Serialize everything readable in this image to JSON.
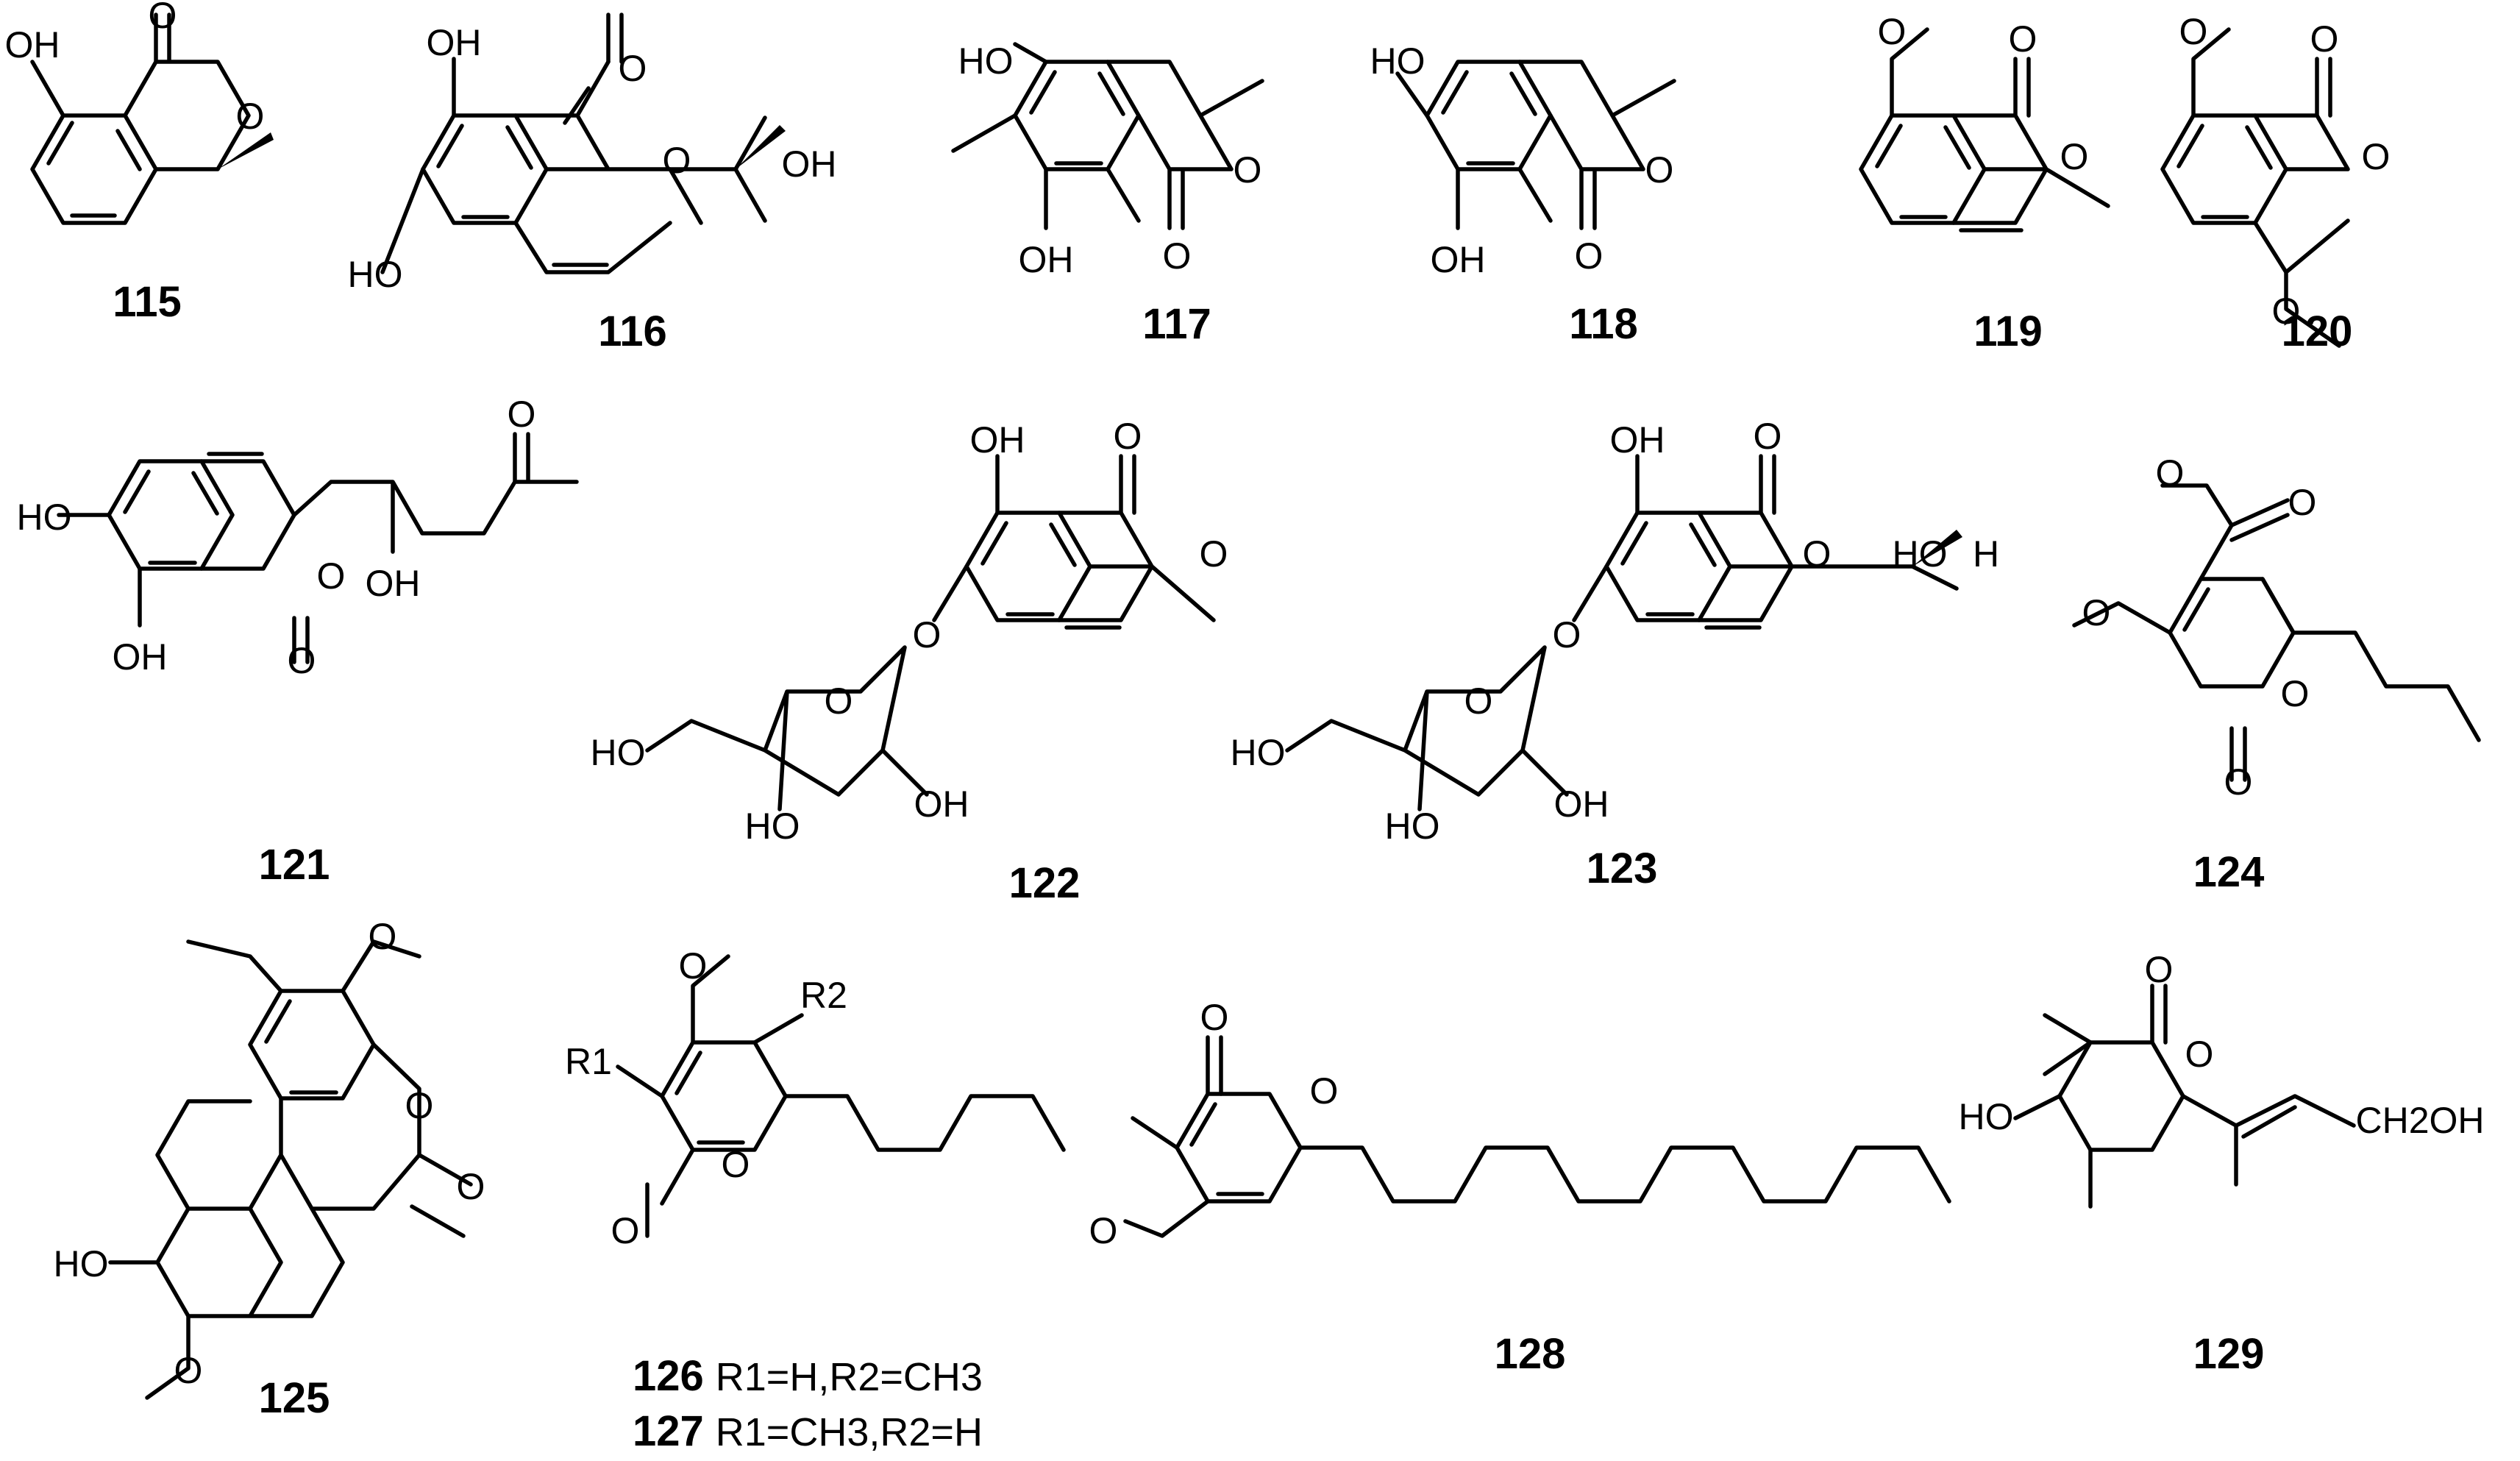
{
  "compounds": [
    {
      "id": "115",
      "labels": [
        "OH",
        "O",
        "O"
      ]
    },
    {
      "id": "116",
      "labels": [
        "OH",
        "O",
        "O",
        "HO",
        "OH"
      ]
    },
    {
      "id": "117",
      "labels": [
        "HO",
        "OH",
        "O",
        "O"
      ]
    },
    {
      "id": "118",
      "labels": [
        "HO",
        "OH",
        "O",
        "O"
      ]
    },
    {
      "id": "119",
      "labels": [
        "O",
        "O",
        "O"
      ]
    },
    {
      "id": "120",
      "labels": [
        "O",
        "O",
        "O",
        "O"
      ]
    },
    {
      "id": "121",
      "labels": [
        "HO",
        "OH",
        "O",
        "O",
        "OH",
        "O"
      ]
    },
    {
      "id": "122",
      "labels": [
        "OH",
        "O",
        "O",
        "O",
        "O",
        "HO",
        "HO",
        "OH"
      ]
    },
    {
      "id": "123",
      "labels": [
        "OH",
        "O",
        "O",
        "HO",
        "H",
        "O",
        "O",
        "HO",
        "HO",
        "OH"
      ]
    },
    {
      "id": "124",
      "labels": [
        "O",
        "O",
        "O",
        "O",
        "O"
      ]
    },
    {
      "id": "125",
      "labels": [
        "O",
        "O",
        "O",
        "HO",
        "O"
      ]
    },
    {
      "id": "126"
    },
    {
      "id": "127"
    },
    {
      "id": "128",
      "labels": [
        "O",
        "O",
        "O"
      ]
    },
    {
      "id": "129",
      "labels": [
        "O",
        "O",
        "HO",
        "CH2OH"
      ]
    }
  ],
  "r_labels": {
    "r1": "R1",
    "r2": "R2",
    "o_carbonyl": "O",
    "o_ring": "O",
    "o_methoxy": "O"
  },
  "r_group_legend": [
    {
      "id": "126",
      "text": "R1=H,R2=CH3"
    },
    {
      "id": "127",
      "text": "R1=CH3,R2=H"
    }
  ]
}
